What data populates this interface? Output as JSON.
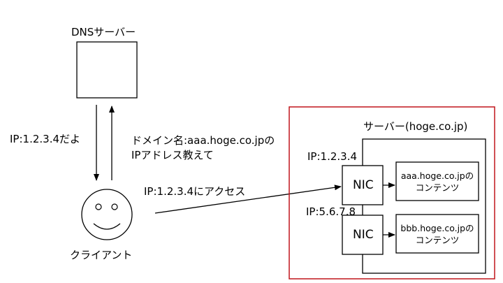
{
  "dns_server": {
    "label": "DNSサーバー"
  },
  "client": {
    "label": "クライアント"
  },
  "messages": {
    "dns_reply": "IP:1.2.3.4だよ",
    "dns_query_line1": "ドメイン名:aaa.hoge.co.jpの",
    "dns_query_line2": "IPアドレス教えて",
    "access": "IP:1.2.3.4にアクセス"
  },
  "server": {
    "label": "サーバー(hoge.co.jp)",
    "nic1": {
      "ip": "IP:1.2.3.4",
      "label": "NIC"
    },
    "nic2": {
      "ip": "IP:5.6.7.8",
      "label": "NIC"
    },
    "content1": {
      "line1": "aaa.hoge.co.jpの",
      "line2": "コンテンツ"
    },
    "content2": {
      "line1": "bbb.hoge.co.jpの",
      "line2": "コンテンツ"
    }
  },
  "colors": {
    "frame_border": "#c0151b",
    "stroke": "#000000"
  }
}
